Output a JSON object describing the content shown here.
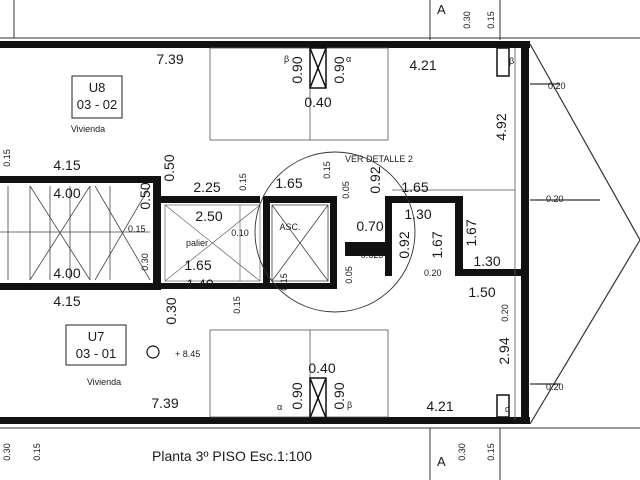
{
  "title": "Planta 3º PISO Esc.1:100",
  "units": [
    {
      "name": "U8",
      "code": "03 - 02",
      "use": "Vivienda"
    },
    {
      "name": "U7",
      "code": "03 - 01",
      "use": "Vivienda"
    }
  ],
  "labels": {
    "elevator": "ASC.",
    "landing": "palier",
    "detail": "VER DETALLE 2",
    "section_mark": "A",
    "level": "+ 8.45",
    "alpha": "α",
    "beta": "β"
  },
  "dimensions": {
    "top_left": "7.39",
    "top_right": "4.21",
    "bottom_left": "7.39",
    "bottom_right": "4.21",
    "right_upper": "4.92",
    "right_lower": "2.94",
    "left_415_top": "4.15",
    "left_400_top": "4.00",
    "left_400_bottom": "4.00",
    "left_415_bottom": "4.15",
    "core_050_a": "0.50",
    "core_050_b": "0.50",
    "core_225": "2.25",
    "core_250": "2.50",
    "core_165_a": "1.65",
    "core_165_b": "1.65",
    "core_165_c": "1.65",
    "core_140": "1.40",
    "core_030_a": "0.30",
    "core_030_b": "0.30",
    "core_010": "0.10",
    "duct_092_a": "0.92",
    "duct_092_b": "0.92",
    "duct_070": "0.70",
    "duct_0625": "0.625",
    "duct_130_a": "1.30",
    "duct_130_b": "1.30",
    "duct_167_a": "1.67",
    "duct_167_b": "1.67",
    "duct_150": "1.50",
    "win_090_a": "0.90",
    "win_090_b": "0.90",
    "win_090_c": "0.90",
    "win_090_d": "0.90",
    "win_040_top": "0.40",
    "win_040_bottom": "0.40",
    "small_015": "0.15",
    "small_005": "0.05",
    "small_020": "0.20",
    "small_030": "0.30"
  }
}
